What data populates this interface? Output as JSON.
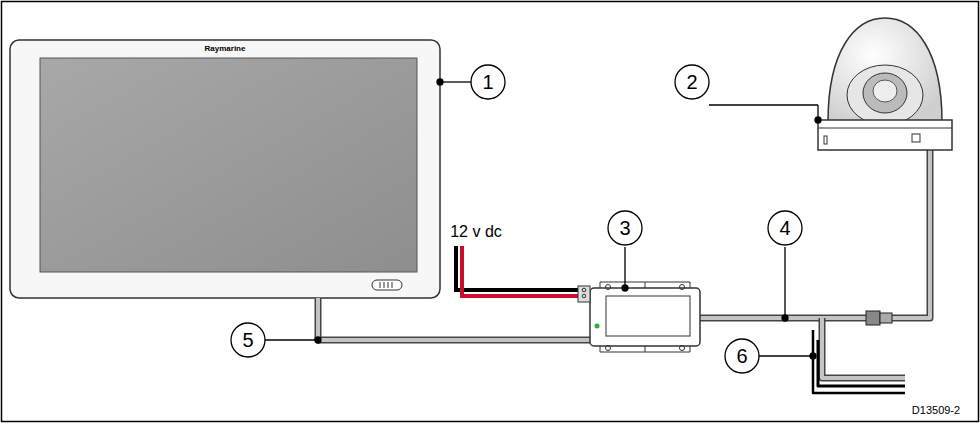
{
  "diagram": {
    "labels": [
      "Raymarine",
      "1",
      "2",
      "3",
      "4",
      "5",
      "6",
      "12 v dc",
      "D13509-2"
    ]
  }
}
